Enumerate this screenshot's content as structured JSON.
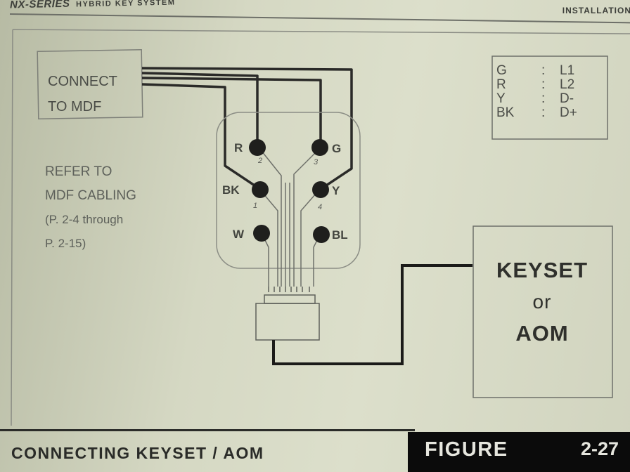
{
  "header": {
    "series": "NX-SERIES",
    "system": "HYBRID KEY SYSTEM",
    "section": "INSTALLATION"
  },
  "mdf_box": {
    "line1": "CONNECT",
    "line2": "TO MDF"
  },
  "note": {
    "line1": "REFER TO",
    "line2": "MDF CABLING",
    "line3": "(P. 2-4   through",
    "line4": "P. 2-15)"
  },
  "pins": {
    "r": {
      "label": "R",
      "num": "2"
    },
    "g": {
      "label": "G",
      "num": "3"
    },
    "bk": {
      "label": "BK",
      "num": "1"
    },
    "y": {
      "label": "Y",
      "num": "4"
    },
    "w": {
      "label": "W"
    },
    "bl": {
      "label": "BL"
    }
  },
  "legend": [
    {
      "code": "G",
      "sep": ":",
      "value": "L1"
    },
    {
      "code": "R",
      "sep": ":",
      "value": "L2"
    },
    {
      "code": "Y",
      "sep": ":",
      "value": "D-"
    },
    {
      "code": "BK",
      "sep": ":",
      "value": "D+"
    }
  ],
  "device": {
    "line1": "KEYSET",
    "line2": "or",
    "line3": "AOM"
  },
  "footer": {
    "title": "CONNECTING KEYSET / AOM",
    "figure_label": "FIGURE",
    "figure_number": "2-27"
  }
}
